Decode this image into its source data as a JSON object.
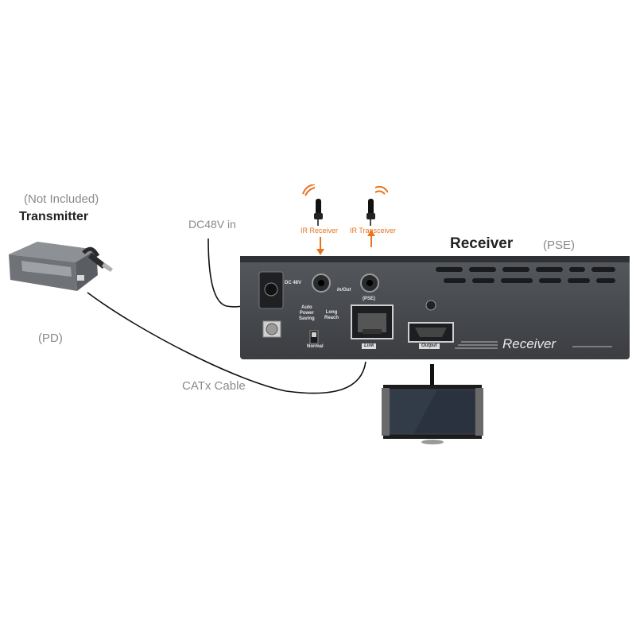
{
  "labels": {
    "not_included": "(Not Included)",
    "transmitter": "Transmitter",
    "pd": "(PD)",
    "dc_in": "DC48V in",
    "ir_receiver": "IR Receiver",
    "ir_transceiver": "IR Transceiver",
    "receiver_title": "Receiver",
    "pse": "(PSE)",
    "catx": "CATx Cable"
  },
  "panel": {
    "dc": "DC 48V",
    "auto_power": "Auto\nPower\nSaving",
    "long_reach": "Long\nReach",
    "normal": "Normal",
    "in_out": "In/Out",
    "pse_port": "(PSE)",
    "link": "Link",
    "output": "Output",
    "receiver_brand": "Receiver"
  },
  "colors": {
    "accent_orange": "#e8731e",
    "chassis": "#4a4d52",
    "label_grey": "#8a8a8a"
  }
}
